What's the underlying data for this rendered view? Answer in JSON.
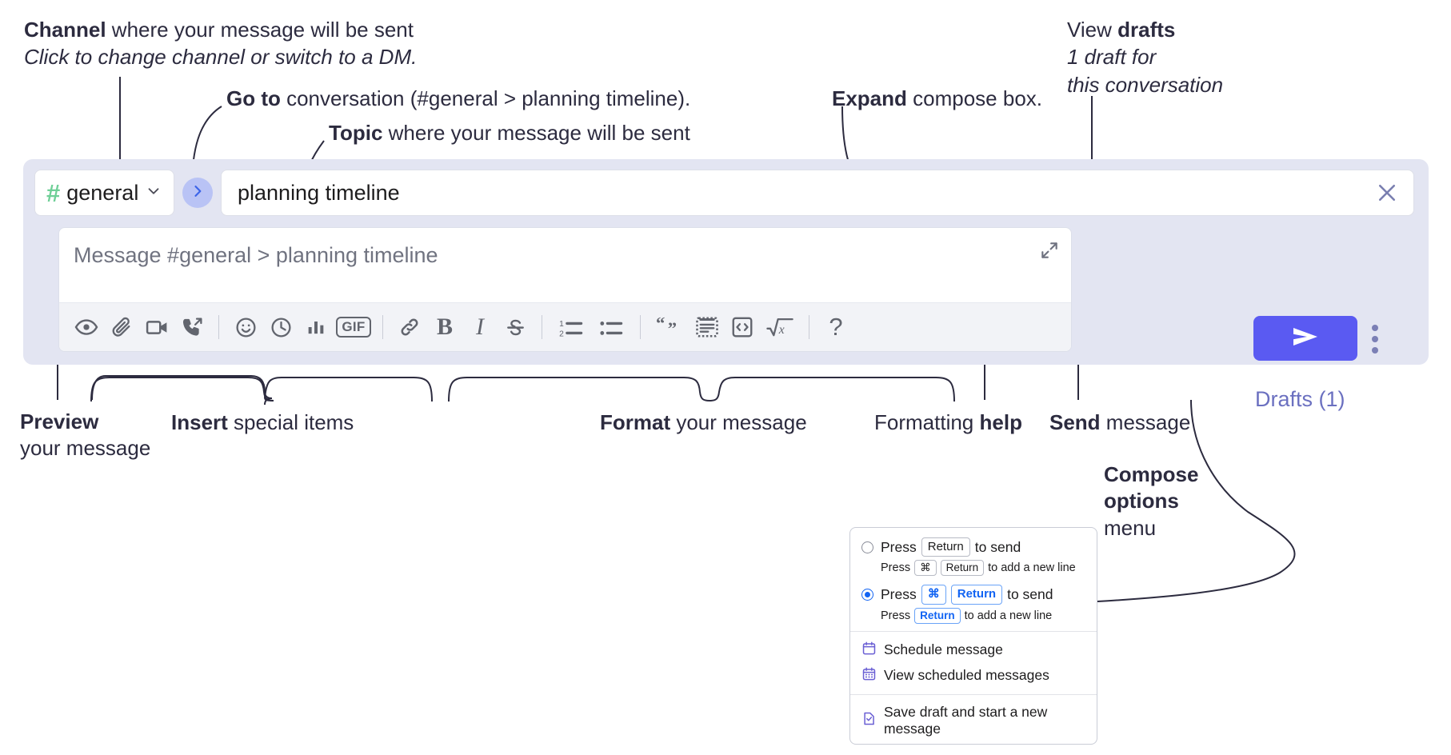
{
  "annotations": {
    "channel": {
      "bold": "Channel",
      "rest": " where your message will be sent",
      "italic": "Click to change channel or switch to a DM."
    },
    "goto": {
      "bold": "Go to",
      "rest": " conversation (#general > planning timeline)."
    },
    "topic": {
      "bold": "Topic",
      "rest": " where your message will be sent"
    },
    "expand": {
      "bold": "Expand",
      "rest": " compose box."
    },
    "drafts": {
      "pre": "View ",
      "bold": "drafts",
      "italic1": "1 draft for",
      "italic2": "this conversation"
    },
    "preview": {
      "bold": "Preview",
      "rest": "your message"
    },
    "insert": {
      "bold": "Insert",
      "rest": " special items"
    },
    "format": {
      "bold": "Format",
      "rest": " your message"
    },
    "help": {
      "pre": "Formatting ",
      "bold": "help"
    },
    "send": {
      "bold": "Send",
      "rest": " message"
    },
    "compose_options": {
      "bold1": "Compose",
      "bold2": "options",
      "rest": "menu"
    }
  },
  "compose": {
    "channel_chip": {
      "hash": "#",
      "name": "general"
    },
    "topic": {
      "value": "planning timeline"
    },
    "message": {
      "placeholder": "Message #general > planning timeline"
    },
    "drafts_label": "Drafts (1)",
    "toolbar": {
      "insert_group": [
        {
          "name": "preview-icon",
          "label": "Preview"
        },
        {
          "name": "attachment-icon",
          "label": "Attach file"
        },
        {
          "name": "video-icon",
          "label": "Record video clip"
        },
        {
          "name": "audio-call-icon",
          "label": "Record audio clip"
        },
        {
          "name": "emoji-icon",
          "label": "Emoji"
        },
        {
          "name": "clock-icon",
          "label": "Reminder"
        },
        {
          "name": "poll-icon",
          "label": "Poll"
        },
        {
          "name": "gif-icon",
          "label": "GIF"
        }
      ],
      "format_group": [
        {
          "name": "link-icon",
          "label": "Link"
        },
        {
          "name": "bold-icon",
          "label": "B"
        },
        {
          "name": "italic-icon",
          "label": "I"
        },
        {
          "name": "strikethrough-icon",
          "label": "Strikethrough"
        },
        {
          "name": "ordered-list-icon",
          "label": "Ordered list"
        },
        {
          "name": "bulleted-list-icon",
          "label": "Bulleted list"
        },
        {
          "name": "blockquote-icon",
          "label": "Blockquote"
        },
        {
          "name": "code-block-icon",
          "label": "Code block"
        },
        {
          "name": "inline-code-icon",
          "label": "Code"
        },
        {
          "name": "math-icon",
          "label": "Math"
        }
      ],
      "help_label": "?"
    }
  },
  "popup": {
    "option1": {
      "press": "Press",
      "key": "Return",
      "tail": "to send",
      "sub_press": "Press",
      "sub_key1": "⌘",
      "sub_key2": "Return",
      "sub_tail": "to add a new line",
      "selected": false
    },
    "option2": {
      "press": "Press",
      "key1": "⌘",
      "key2": "Return",
      "tail": "to send",
      "sub_press": "Press",
      "sub_key": "Return",
      "sub_tail": "to add a new line",
      "selected": true
    },
    "items": [
      {
        "icon": "calendar-icon",
        "label": "Schedule message"
      },
      {
        "icon": "calendar-grid-icon",
        "label": "View scheduled messages"
      },
      {
        "icon": "save-draft-icon",
        "label": "Save draft and start a new message"
      }
    ]
  },
  "colors": {
    "accent": "#5a5af2",
    "panel": "#e3e5f2",
    "hash_green": "#6fcf97",
    "drafts_text": "#6b70c0",
    "radio_blue": "#1264f3"
  }
}
